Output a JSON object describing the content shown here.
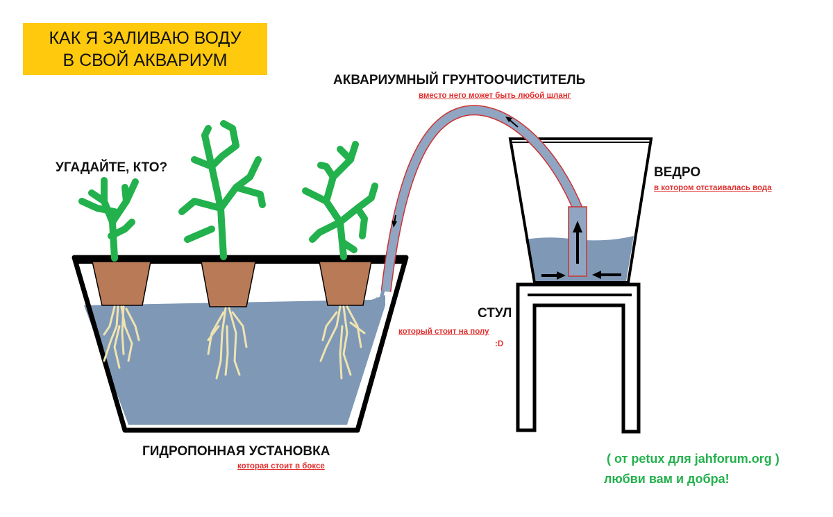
{
  "title": {
    "line1": "КАК Я ЗАЛИВАЮ ВОДУ",
    "line2": "В СВОЙ АКВАРИУМ"
  },
  "labels": {
    "guess": "УГАДАЙТЕ, КТО?",
    "hose_title": "АКВАРИУМНЫЙ ГРУНТООЧИСТИТЕЛЬ",
    "hose_sub": "вместо него может быть любой шланг",
    "bucket_title": "ВЕДРО",
    "bucket_sub": "в котором отстаивалась вода",
    "chair_title": "СТУЛ",
    "chair_sub": "который стоит на полу",
    "chair_smile": ":D",
    "hydro_title": "ГИДРОПОННАЯ УСТАНОВКА",
    "hydro_sub": "которая стоит в боксе"
  },
  "credits": {
    "line1": "( от petux для jahforum.org )",
    "line2": "любви вам и добра!"
  },
  "colors": {
    "water": "#7f98b5",
    "pot": "#b97a57",
    "plant": "#22b14c",
    "root": "#efe4b0",
    "accent": "#ffc90e",
    "sub_text": "#e03030",
    "credit_text": "#22b14c"
  }
}
